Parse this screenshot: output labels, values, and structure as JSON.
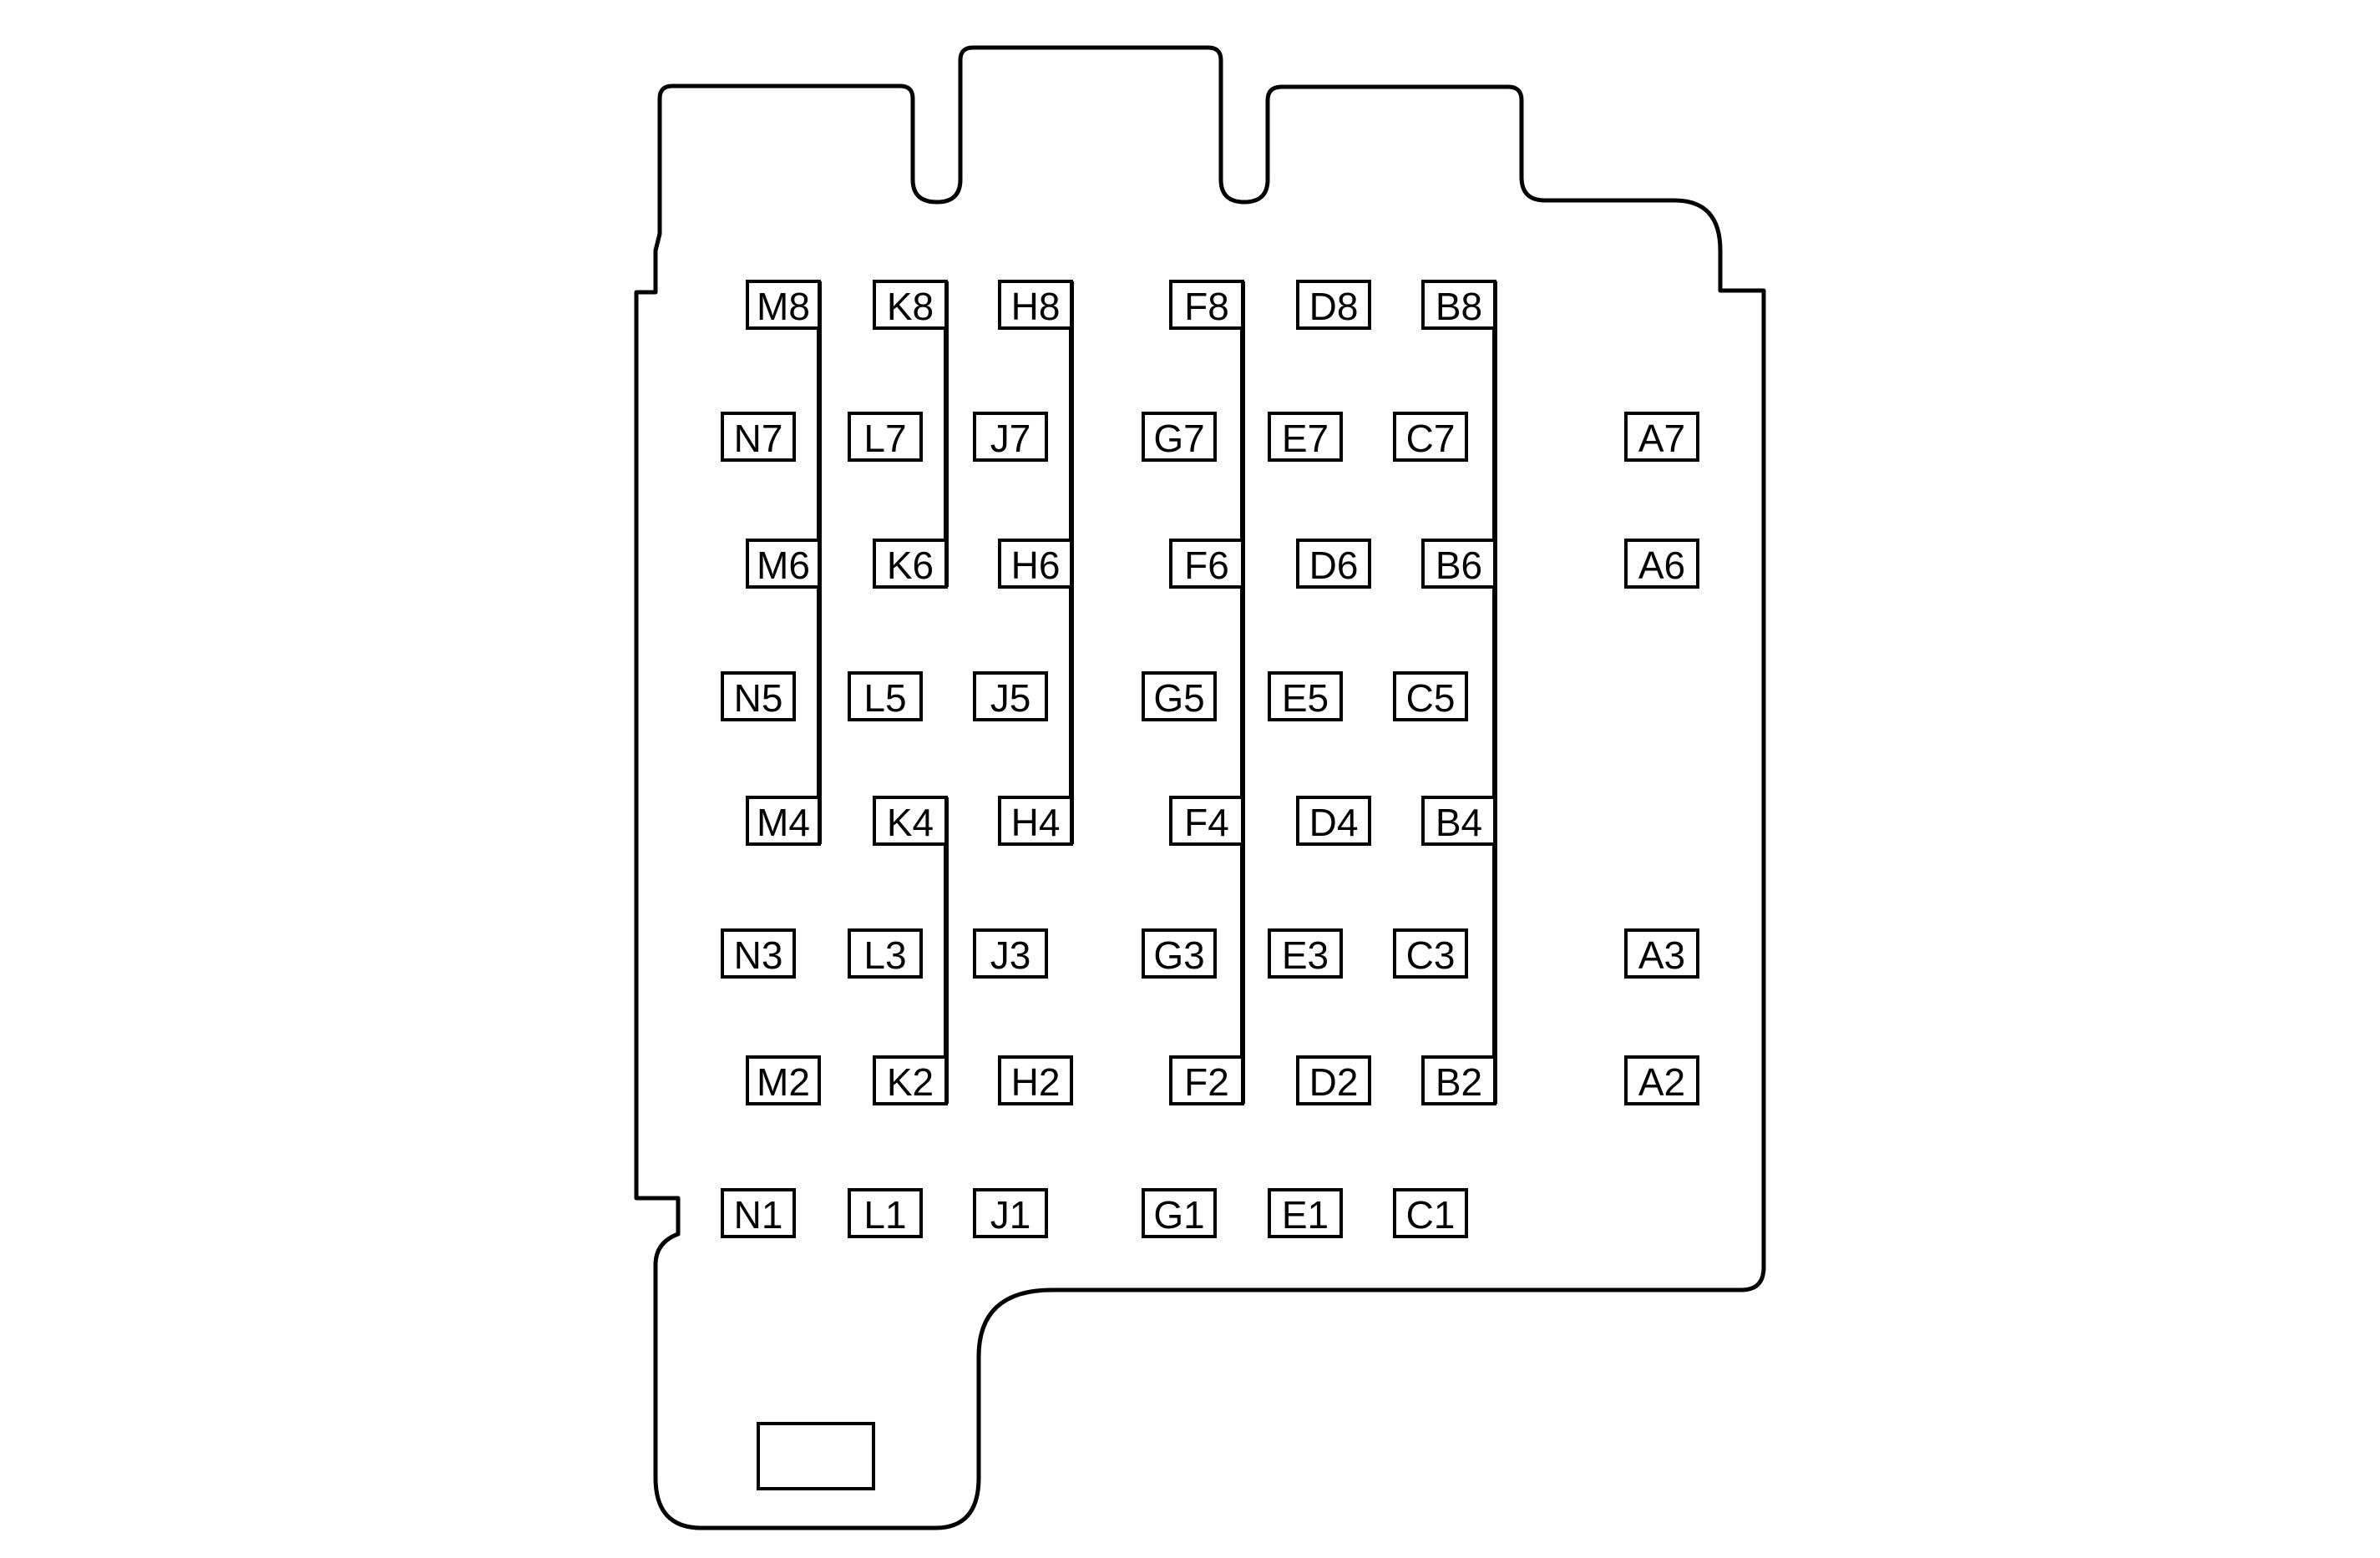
{
  "diagram": {
    "stroke_color": "#000000",
    "background_color": "#ffffff",
    "terminals": [
      {
        "id": "M8"
      },
      {
        "id": "K8"
      },
      {
        "id": "H8"
      },
      {
        "id": "F8"
      },
      {
        "id": "D8"
      },
      {
        "id": "B8"
      },
      {
        "id": "N7"
      },
      {
        "id": "L7"
      },
      {
        "id": "J7"
      },
      {
        "id": "G7"
      },
      {
        "id": "E7"
      },
      {
        "id": "C7"
      },
      {
        "id": "A7"
      },
      {
        "id": "M6"
      },
      {
        "id": "K6"
      },
      {
        "id": "H6"
      },
      {
        "id": "F6"
      },
      {
        "id": "D6"
      },
      {
        "id": "B6"
      },
      {
        "id": "A6"
      },
      {
        "id": "N5"
      },
      {
        "id": "L5"
      },
      {
        "id": "J5"
      },
      {
        "id": "G5"
      },
      {
        "id": "E5"
      },
      {
        "id": "C5"
      },
      {
        "id": "M4"
      },
      {
        "id": "K4"
      },
      {
        "id": "H4"
      },
      {
        "id": "F4"
      },
      {
        "id": "D4"
      },
      {
        "id": "B4"
      },
      {
        "id": "N3"
      },
      {
        "id": "L3"
      },
      {
        "id": "J3"
      },
      {
        "id": "G3"
      },
      {
        "id": "E3"
      },
      {
        "id": "C3"
      },
      {
        "id": "A3"
      },
      {
        "id": "M2"
      },
      {
        "id": "K2"
      },
      {
        "id": "H2"
      },
      {
        "id": "F2"
      },
      {
        "id": "D2"
      },
      {
        "id": "B2"
      },
      {
        "id": "A2"
      },
      {
        "id": "N1"
      },
      {
        "id": "L1"
      },
      {
        "id": "J1"
      },
      {
        "id": "G1"
      },
      {
        "id": "E1"
      },
      {
        "id": "C1"
      }
    ],
    "buses": [
      {
        "from": "M8",
        "to": "M4"
      },
      {
        "from": "K8",
        "to": "K6"
      },
      {
        "from": "H8",
        "to": "H4"
      },
      {
        "from": "F8",
        "to": "F2"
      },
      {
        "from": "B8",
        "to": "B2"
      },
      {
        "from": "K4",
        "to": "K2"
      }
    ]
  }
}
